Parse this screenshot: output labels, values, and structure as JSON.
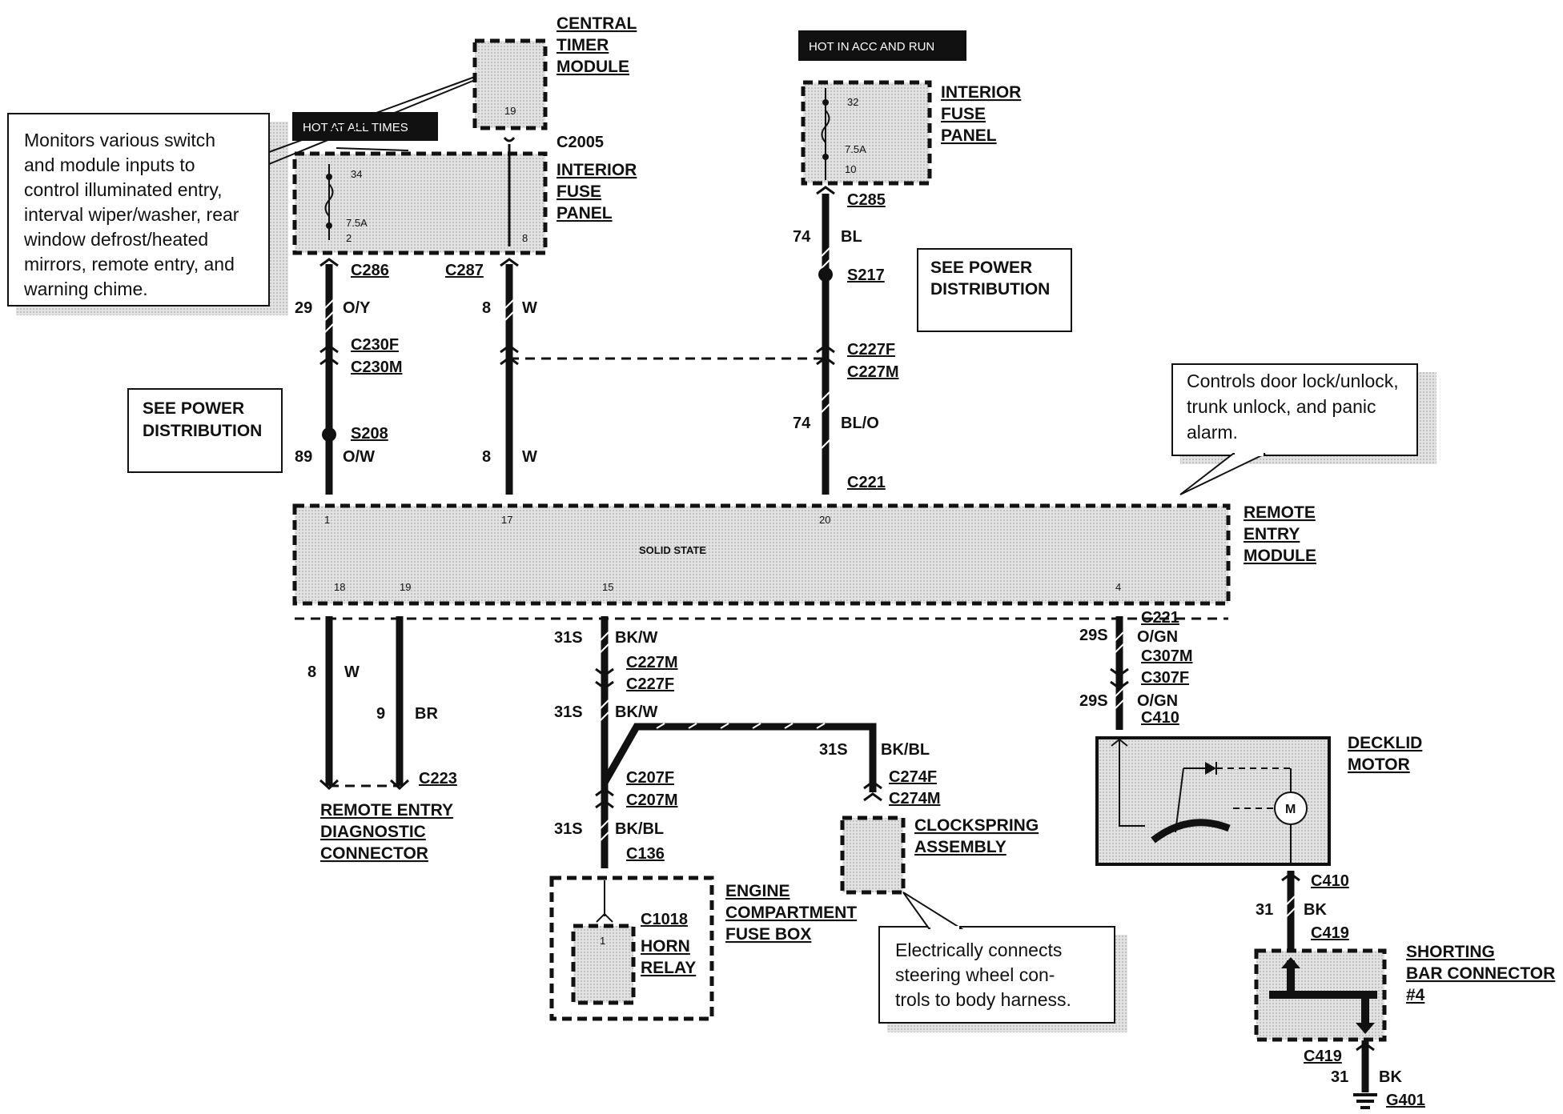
{
  "components": {
    "central_timer_module": {
      "lines": [
        "CENTRAL",
        "TIMER",
        "MODULE"
      ],
      "pin": "19"
    },
    "interior_fuse_panel_left": {
      "connector": "C2005",
      "lines": [
        "INTERIOR",
        "FUSE",
        "PANEL"
      ],
      "pin_top": "34",
      "fuse": "7.5A",
      "pin_bottom": "2",
      "pin_right": "8"
    },
    "interior_fuse_panel_right": {
      "lines": [
        "INTERIOR",
        "FUSE",
        "PANEL"
      ],
      "pin_top": "32",
      "fuse": "7.5A",
      "pin_bottom": "10"
    },
    "remote_entry_module": {
      "lines": [
        "REMOTE",
        "ENTRY",
        "MODULE"
      ],
      "center": "SOLID STATE",
      "pins_top": [
        "1",
        "17",
        "20"
      ],
      "pins_bottom": [
        "18",
        "19",
        "15",
        "4"
      ]
    },
    "remote_entry_diagnostic_connector": {
      "lines": [
        "REMOTE ENTRY",
        "DIAGNOSTIC",
        "CONNECTOR"
      ]
    },
    "engine_compartment_fuse_box": {
      "lines": [
        "ENGINE",
        "COMPARTMENT",
        "FUSE BOX"
      ]
    },
    "horn_relay": {
      "connector": "C1018",
      "lines": [
        "HORN",
        "RELAY"
      ],
      "pin": "1"
    },
    "clockspring_assembly": {
      "lines": [
        "CLOCKSPRING",
        "ASSEMBLY"
      ]
    },
    "decklid_motor": {
      "lines": [
        "DECKLID",
        "MOTOR"
      ],
      "motor_symbol": "M"
    },
    "shorting_bar_connector": {
      "lines": [
        "SHORTING",
        "BAR CONNECTOR",
        "#4"
      ]
    }
  },
  "notes": {
    "timer_module_note": [
      "Monitors various switch",
      "and module inputs to",
      "control illuminated entry,",
      "interval wiper/washer, rear",
      "window defrost/heated",
      "mirrors, remote entry, and",
      "warning chime."
    ],
    "remote_entry_note": [
      "Controls door lock/unlock,",
      "trunk unlock, and panic",
      "alarm."
    ],
    "clockspring_note": [
      "Electrically connects",
      "steering wheel con-",
      "trols to body harness."
    ],
    "see_power_left": [
      "SEE POWER",
      "DISTRIBUTION"
    ],
    "see_power_right": [
      "SEE POWER",
      "DISTRIBUTION"
    ],
    "hot_at_all_times": "HOT AT ALL TIMES",
    "hot_in_acc_and_run": "HOT IN ACC AND RUN"
  },
  "wires": {
    "w29": {
      "circuit": "29",
      "color": "O/Y"
    },
    "w8a": {
      "circuit": "8",
      "color": "W"
    },
    "w8b": {
      "circuit": "8",
      "color": "W"
    },
    "w89": {
      "circuit": "89",
      "color": "O/W"
    },
    "w74a": {
      "circuit": "74",
      "color": "BL"
    },
    "w74b": {
      "circuit": "74",
      "color": "BL/O"
    },
    "w8c": {
      "circuit": "8",
      "color": "W"
    },
    "w9": {
      "circuit": "9",
      "color": "BR"
    },
    "w31s_a": {
      "circuit": "31S",
      "color": "BK/W"
    },
    "w31s_b": {
      "circuit": "31S",
      "color": "BK/W"
    },
    "w31s_c": {
      "circuit": "31S",
      "color": "BK/BL"
    },
    "w31s_d": {
      "circuit": "31S",
      "color": "BK/BL"
    },
    "w29s_a": {
      "circuit": "29S",
      "color": "O/GN"
    },
    "w29s_b": {
      "circuit": "29S",
      "color": "O/GN"
    },
    "w31a": {
      "circuit": "31",
      "color": "BK"
    },
    "w31b": {
      "circuit": "31",
      "color": "BK"
    }
  },
  "connectors": {
    "c286": "C286",
    "c287": "C287",
    "c230f": "C230F",
    "c230m": "C230M",
    "s208": "S208",
    "c285": "C285",
    "s217": "S217",
    "c227f_top": "C227F",
    "c227m_top": "C227M",
    "c221_top": "C221",
    "c223": "C223",
    "c227m_bot": "C227M",
    "c227f_bot": "C227F",
    "c207f": "C207F",
    "c207m": "C207M",
    "c136": "C136",
    "c274f": "C274F",
    "c274m": "C274M",
    "c221_bot": "C221",
    "c307m": "C307M",
    "c307f": "C307F",
    "c410_top": "C410",
    "c410_bot": "C410",
    "c419_top": "C419",
    "c419_bot": "C419",
    "g401": "G401"
  }
}
